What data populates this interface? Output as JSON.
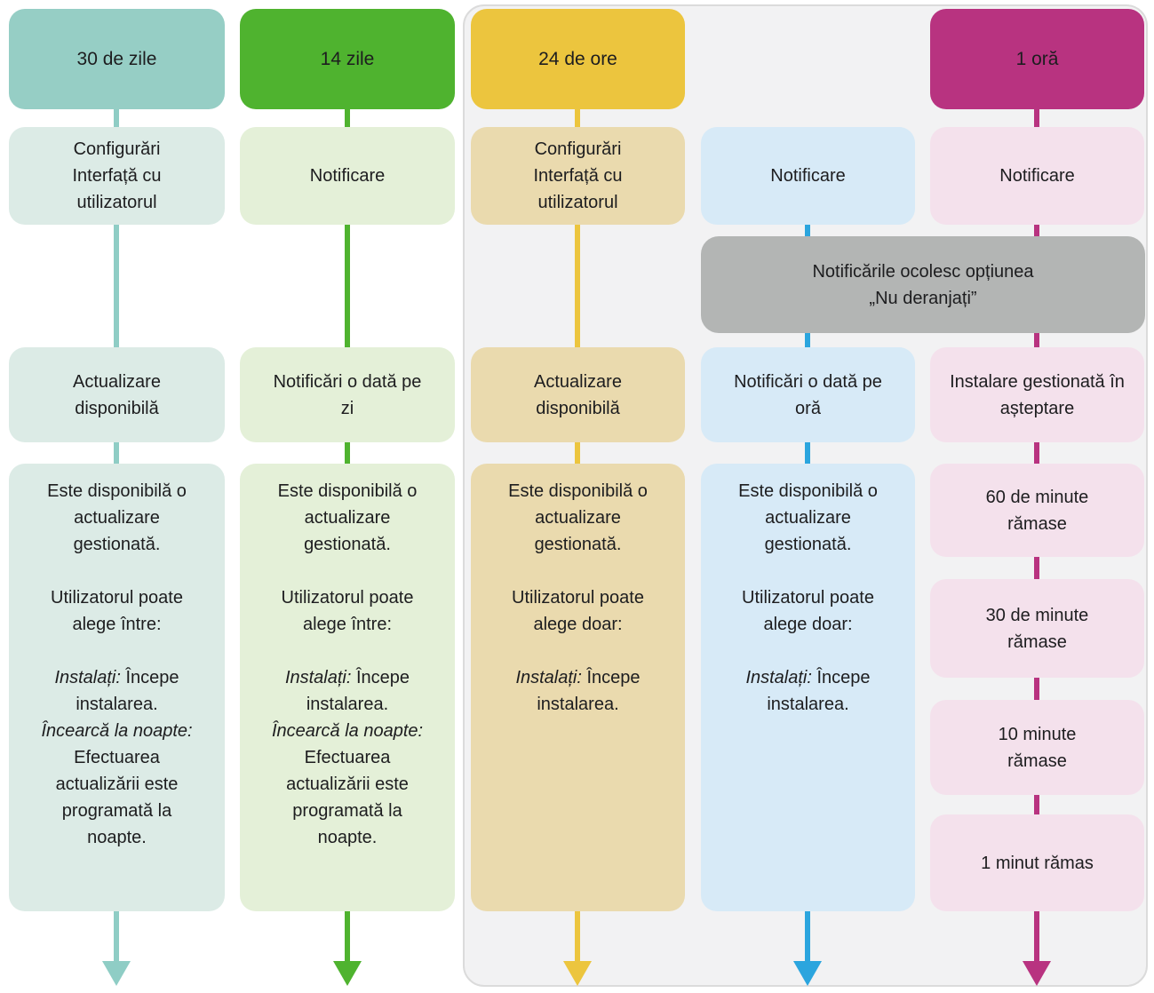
{
  "panel": {
    "background": "#F2F2F3",
    "border_color": "#DBDBDB"
  },
  "dnd_note": {
    "line1": "Notificările ocolesc opțiunea",
    "line2": "„Nu deranjați”",
    "background": "#B3B5B4"
  },
  "columns": [
    {
      "label": "30 de zile",
      "header_bg": "#96CEC5",
      "box_bg": "#DCEBE6",
      "accent": "#8FCDC5",
      "ui_box": "Configurări Interfață cu utilizatorul",
      "status_box": "Actualizare disponibilă",
      "detail": {
        "availability": "Este disponibilă o actualizare gestionată.",
        "choice": "Utilizatorul poate alege între:",
        "option1_label": "Instalați:",
        "option1_text": "Începe instalarea.",
        "option2_label": "Încearcă la noapte:",
        "option2_text": "Efectuarea actualizării este programată la noapte."
      }
    },
    {
      "label": "14 zile",
      "header_bg": "#4FB32F",
      "box_bg": "#E4F0D8",
      "accent": "#4FB32F",
      "ui_box": "Notificare",
      "status_box": "Notificări o dată pe zi",
      "detail": {
        "availability": "Este disponibilă o actualizare gestionată.",
        "choice": "Utilizatorul poate alege între:",
        "option1_label": "Instalați:",
        "option1_text": "Începe instalarea.",
        "option2_label": "Încearcă la noapte:",
        "option2_text": "Efectuarea actualizării este programată la noapte."
      }
    },
    {
      "label": "24 de ore",
      "header_bg": "#ECC53E",
      "box_bg": "#EADAAE",
      "accent": "#ECC53E",
      "ui_box": "Configurări Interfață cu utilizatorul",
      "status_box": "Actualizare disponibilă",
      "detail": {
        "availability": "Este disponibilă o actualizare gestionată.",
        "choice": "Utilizatorul poate alege doar:",
        "option1_label": "Instalați:",
        "option1_text": "Începe instalarea."
      }
    },
    {
      "label": "",
      "header_bg": "",
      "box_bg": "#D7EAF7",
      "accent": "#2BA5DE",
      "ui_box": "Notificare",
      "status_box": "Notificări o dată pe oră",
      "detail": {
        "availability": "Este disponibilă o actualizare gestionată.",
        "choice": "Utilizatorul poate alege doar:",
        "option1_label": "Instalați:",
        "option1_text": "Începe instalarea."
      }
    },
    {
      "label": "1 oră",
      "header_bg": "#B83380",
      "box_bg": "#F4E1EC",
      "accent": "#B83380",
      "ui_box": "Notificare",
      "status_box": "Instalare gestionată în așteptare",
      "countdown": [
        "60 de minute rămase",
        "30 de minute rămase",
        "10 minute rămase",
        "1 minut rămas"
      ]
    }
  ]
}
